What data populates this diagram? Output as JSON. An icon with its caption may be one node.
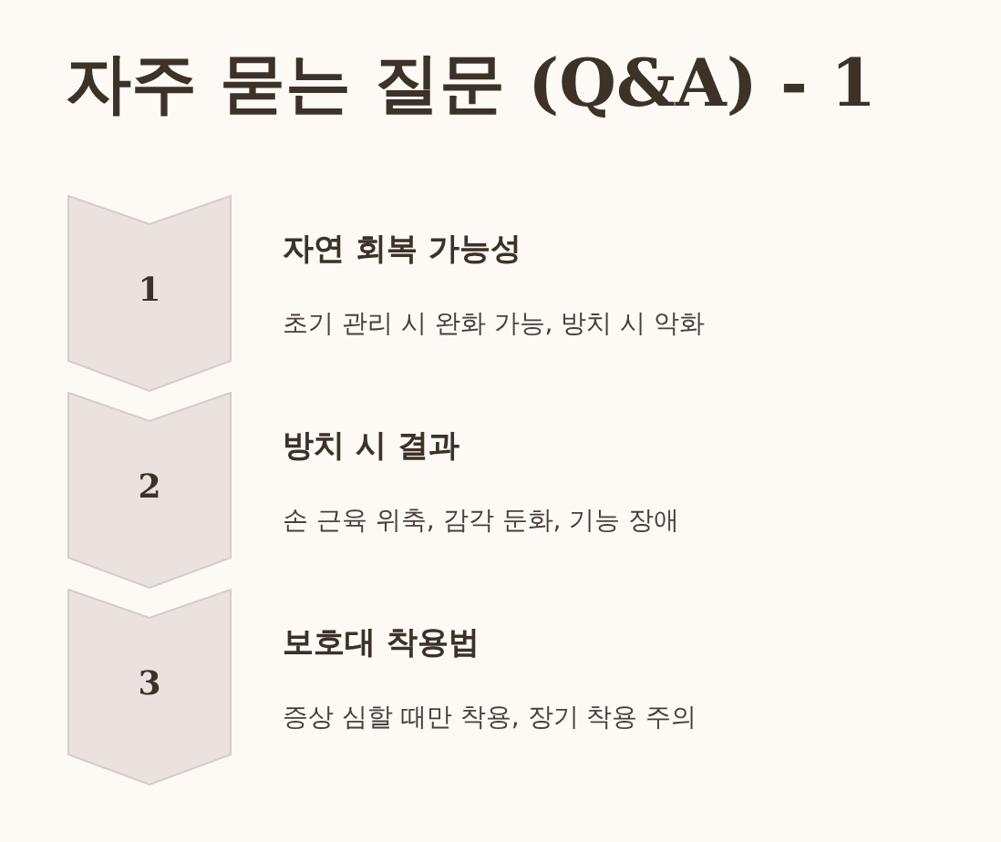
{
  "diagram": {
    "title": "자주 묻는 질문 (Q&A) - 1",
    "nodes": [
      {
        "text": [
          "1"
        ],
        "beside": [
          "자연 회복 가능성",
          "초기 관리 시 완화 가능, 방치 시 악화"
        ]
      },
      {
        "text": [
          "2"
        ],
        "beside": [
          "방치 시 결과",
          "손 근육 위축, 감각 둔화, 기능 장애"
        ]
      },
      {
        "text": [
          "3"
        ],
        "beside": [
          "보호대 착용법",
          "증상 심할 때만 착용, 장기 착용 주의"
        ]
      }
    ]
  }
}
